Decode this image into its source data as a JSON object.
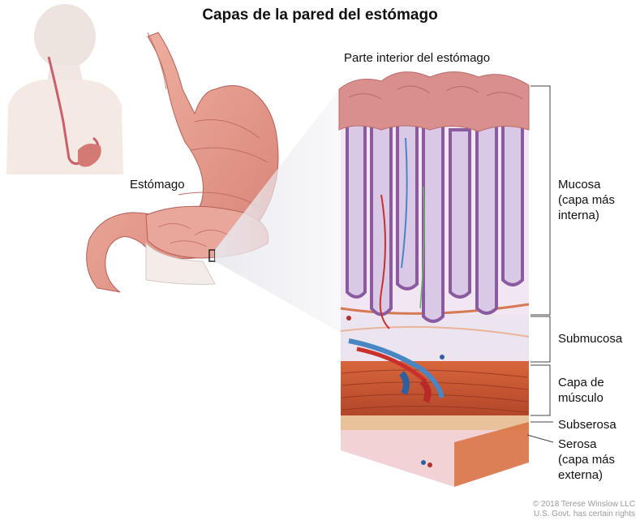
{
  "title": "Capas de la pared del estómago",
  "labels": {
    "stomach": "Estómago",
    "inner_part": "Parte interior del estómago",
    "mucosa": [
      "Mucosa",
      "(capa más",
      "interna)"
    ],
    "submucosa": "Submucosa",
    "muscle": [
      "Capa de",
      "músculo"
    ],
    "subserosa": "Subserosa",
    "serosa": [
      "Serosa",
      "(capa más",
      "externa)"
    ]
  },
  "copyright": [
    "© 2018 Terese Winslow LLC",
    "U.S. Govt. has certain rights"
  ],
  "colors": {
    "mucosa": "#b57ea8",
    "mucosa_top": "#d98f8c",
    "submucosa": "#e9e1ec",
    "muscle": "#c5552f",
    "subserosa": "#e8c29b",
    "serosa": "#f5c9cf",
    "stomach": "#e29d8f",
    "body": "#f3e6e1"
  }
}
